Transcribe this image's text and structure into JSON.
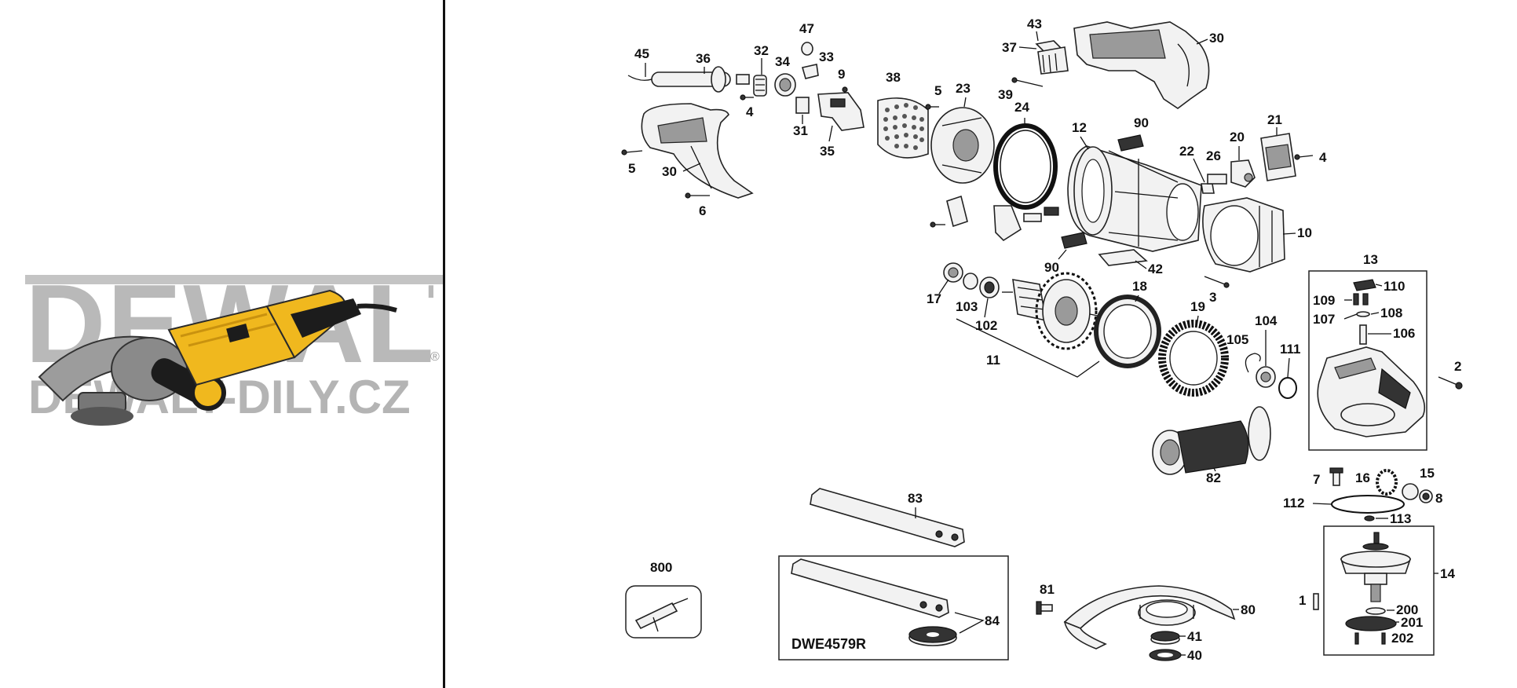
{
  "brand": {
    "logo_text": "DEWALT",
    "site_text": "DEWALT-DILY.CZ",
    "registered_mark": "®"
  },
  "model_label": "DWE4579R",
  "part_labels": {
    "45": "45",
    "36": "36",
    "32": "32",
    "47": "47",
    "34": "34",
    "33": "33",
    "9": "9",
    "4a": "4",
    "31": "31",
    "35": "35",
    "5a": "5",
    "30a": "30",
    "6": "6",
    "38": "38",
    "5b": "5",
    "23": "23",
    "24": "24",
    "43": "43",
    "37": "37",
    "39": "39",
    "30b": "30",
    "12": "12",
    "90a": "90",
    "90b": "90",
    "42": "42",
    "22": "22",
    "26": "26",
    "20": "20",
    "21": "21",
    "4b": "4",
    "10": "10",
    "3": "3",
    "17": "17",
    "103": "103",
    "102": "102",
    "11": "11",
    "18": "18",
    "19": "19",
    "104": "104",
    "105": "105",
    "111": "111",
    "13": "13",
    "109": "109",
    "110": "110",
    "107": "107",
    "108": "108",
    "106": "106",
    "2": "2",
    "82": "82",
    "7": "7",
    "16": "16",
    "15": "15",
    "8": "8",
    "112": "112",
    "113": "113",
    "14": "14",
    "1": "1",
    "200": "200",
    "201": "201",
    "202": "202",
    "83": "83",
    "800": "800",
    "84": "84",
    "81": "81",
    "80": "80",
    "41": "41",
    "40": "40"
  },
  "colors": {
    "tool_yellow": "#f0b81e",
    "tool_black": "#1c1c1c",
    "logo_gray": "#b9b9b9",
    "line": "#111111"
  }
}
